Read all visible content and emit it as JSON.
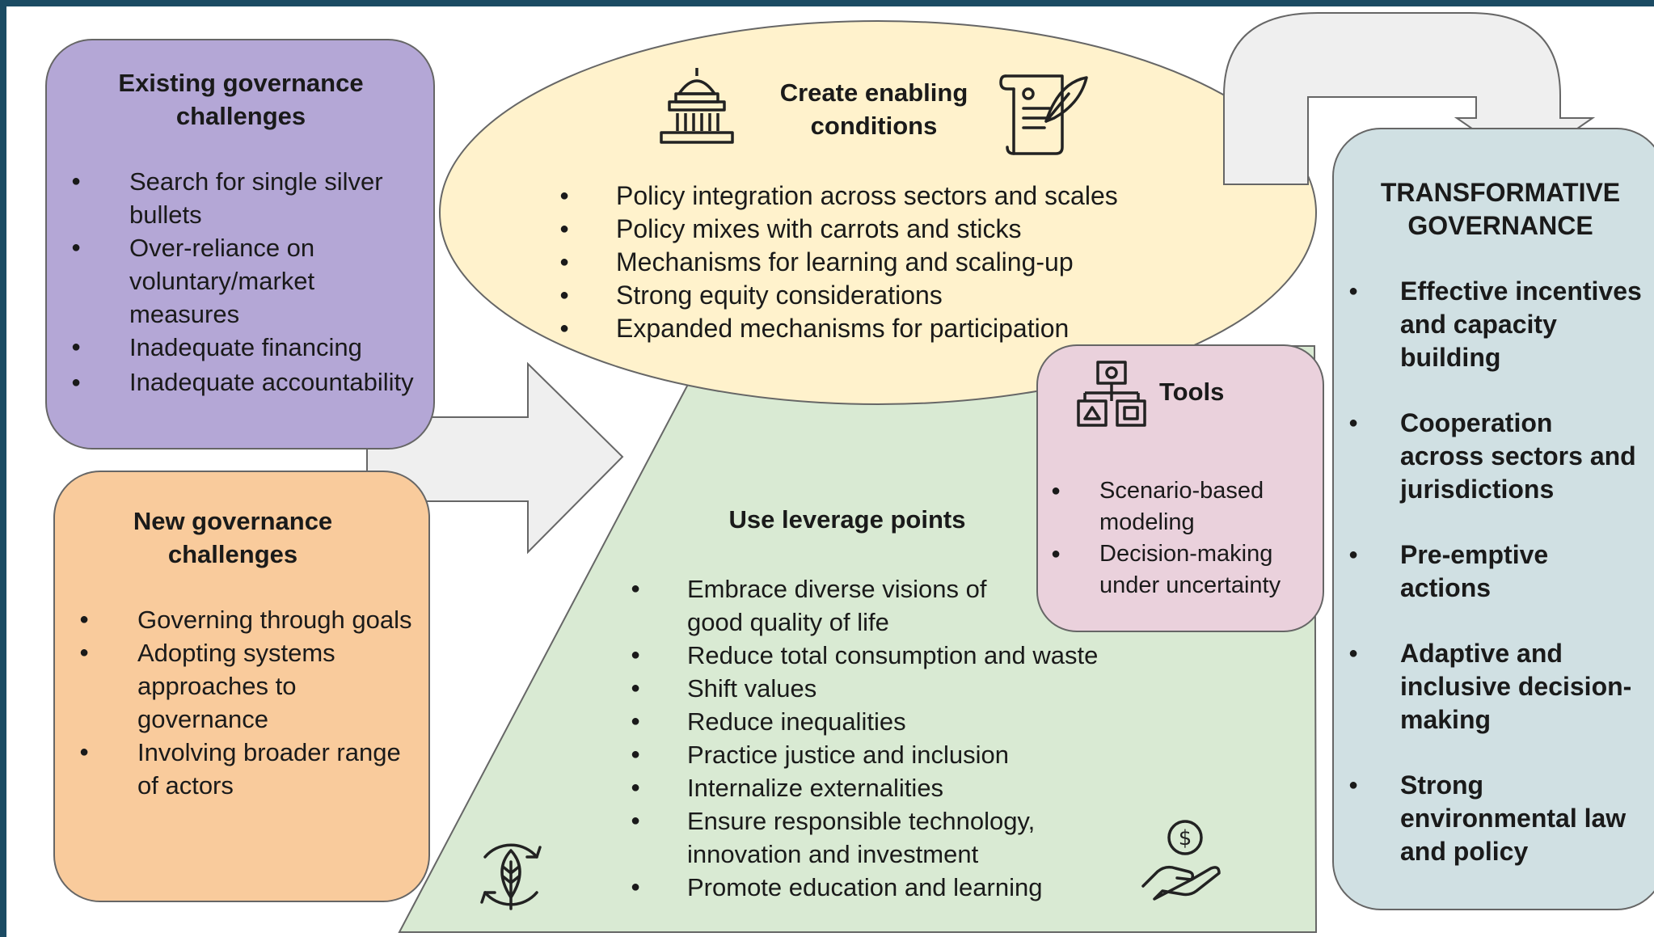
{
  "existing": {
    "title": "Existing governance challenges",
    "items": [
      "Search for single silver bullets",
      "Over-reliance on voluntary/market measures",
      "Inadequate financing",
      "Inadequate accountability"
    ]
  },
  "new_challenges": {
    "title": "New governance challenges",
    "items": [
      "Governing through goals",
      "Adopting systems approaches to governance",
      "Involving broader range of actors"
    ]
  },
  "enabling": {
    "title": "Create enabling conditions",
    "items": [
      "Policy integration across sectors and scales",
      "Policy mixes with carrots and sticks",
      "Mechanisms for learning and scaling-up",
      "Strong equity considerations",
      "Expanded mechanisms for participation"
    ]
  },
  "leverage": {
    "title": "Use leverage points",
    "items": [
      "Embrace diverse visions of good quality of life",
      "Reduce total consumption and waste",
      "Shift values",
      "Reduce inequalities",
      "Practice justice and inclusion",
      "Internalize externalities",
      "Ensure responsible technology, innovation and investment",
      "Promote education and learning"
    ]
  },
  "tools": {
    "title": "Tools",
    "items": [
      "Scenario-based modeling",
      "Decision-making under uncertainty"
    ]
  },
  "transformative": {
    "title": "TRANSFORMATIVE GOVERNANCE",
    "items": [
      "Effective incentives and capacity building",
      "Cooperation across sectors and jurisdictions",
      "Pre-emptive actions",
      "Adaptive and inclusive decision-making",
      "Strong environmental law and policy"
    ]
  },
  "colors": {
    "frame": "#1b4b63",
    "existing_fill": "#b4a7d6",
    "new_fill": "#f9cb9c",
    "enabling_fill": "#fff2cc",
    "leverage_fill": "#d9ead3",
    "tools_fill": "#ead1dc",
    "transform_fill": "#d0e0e3",
    "arrow_fill": "#efefef"
  },
  "icons": {
    "enabling_left": "capitol-building-icon",
    "enabling_right": "scroll-quill-icon",
    "tools": "hierarchy-chart-icon",
    "leverage_left": "leaf-cycle-icon",
    "leverage_right": "hand-coin-icon"
  }
}
